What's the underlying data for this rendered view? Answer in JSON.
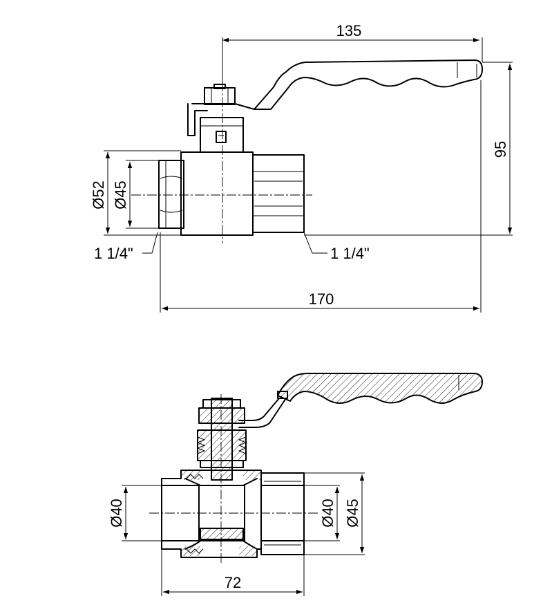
{
  "top_view": {
    "dim_length_total": "170",
    "dim_handle_length": "135",
    "dim_height": "95",
    "dim_outer_diameter": "Ø52",
    "dim_inner_diameter": "Ø45",
    "thread_left": "1 1/4\"",
    "thread_right": "1 1/4\""
  },
  "section_view": {
    "dim_body_length": "72",
    "dim_bore_left": "Ø40",
    "dim_bore_right": "Ø40",
    "dim_outer_right": "Ø45"
  }
}
